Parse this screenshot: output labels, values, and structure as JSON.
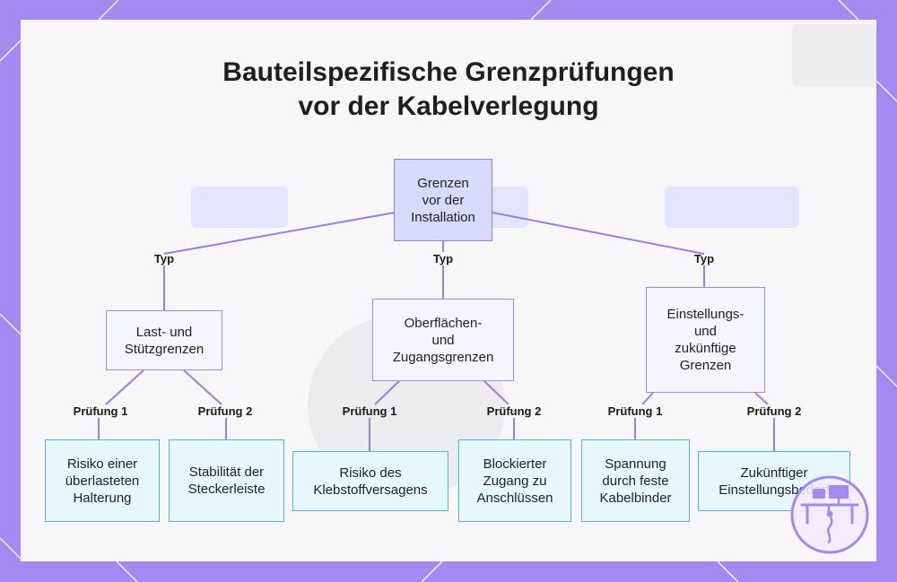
{
  "diagram": {
    "title_line1": "Bauteilspezifische Grenzprüfungen",
    "title_line2": "vor der Kabelverlegung",
    "root": "Grenzen\nvor der\nInstallation",
    "type_label": "Typ",
    "check1_label": "Prüfung 1",
    "check2_label": "Prüfung 2",
    "categories": [
      "Last- und\nStützgrenzen",
      "Oberflächen-\nund\nZugangsgrenzen",
      "Einstellungs-\nund\nzukünftige\nGrenzen"
    ],
    "leaves": [
      "Risiko einer\nüberlasteten\nHalterung",
      "Stabilität der\nSteckerleiste",
      "Risiko des\nKlebstoffversagens",
      "Blockierter\nZugang zu\nAnschlüssen",
      "Spannung\ndurch feste\nKabelbinder",
      "Zukünftiger\nEinstellungsbedarf"
    ]
  },
  "colors": {
    "frame": "#a48af0",
    "root_fill": "#d8daff",
    "category_fill": "#f4f5ff",
    "leaf_fill": "#e6f8fc",
    "leaf_border": "#4fb5d3",
    "connector": "#9a7fe0"
  },
  "icons": [
    "workspace-logo-icon"
  ]
}
